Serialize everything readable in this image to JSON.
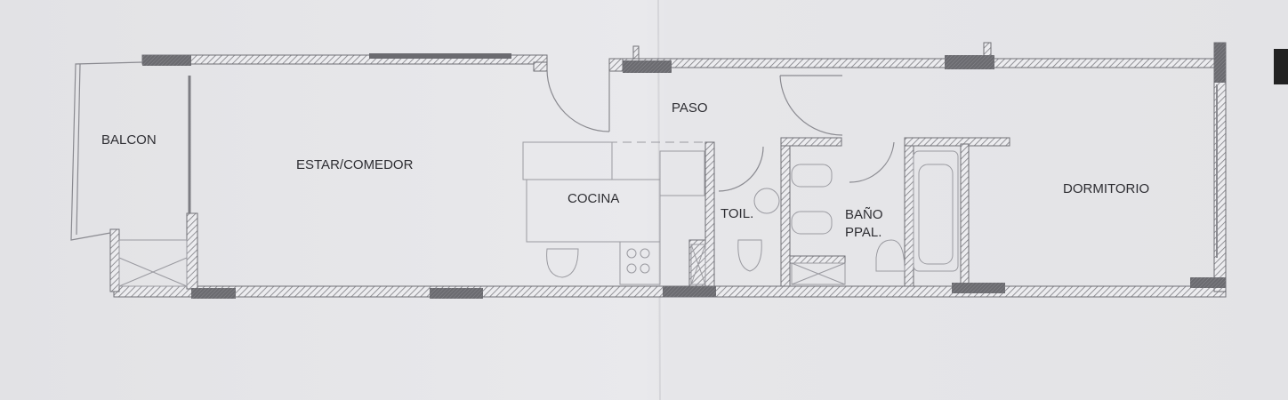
{
  "plan": {
    "rooms": {
      "balcon": "BALCON",
      "estar_comedor": "ESTAR/COMEDOR",
      "paso": "PASO",
      "cocina": "COCINA",
      "toil": "TOIL.",
      "bano_line1": "BAÑO",
      "bano_line2": "PPAL.",
      "dormitorio": "DORMITORIO"
    },
    "colors": {
      "paper": "#e6e6e9",
      "wall_hatch": "#7d7d83",
      "window": "#6b6b70",
      "text": "#2e2e33"
    }
  }
}
